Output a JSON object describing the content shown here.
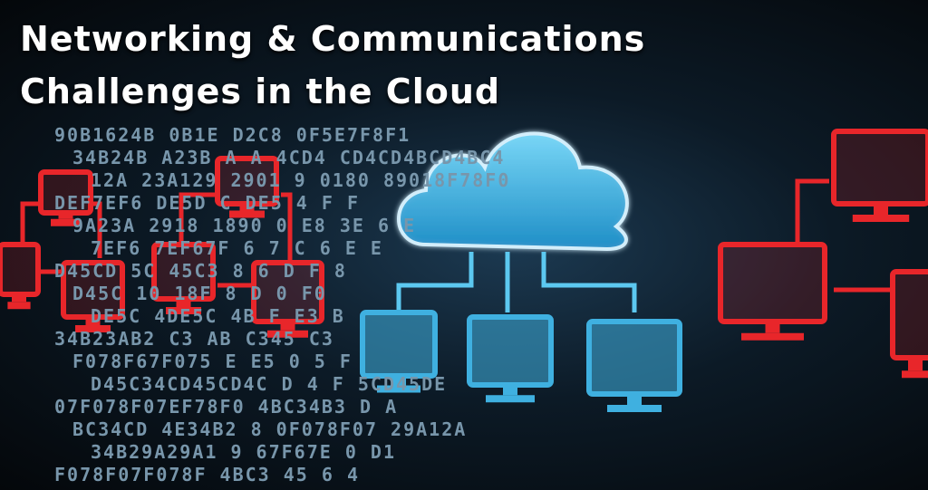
{
  "title": {
    "line1": "Networking & Communications",
    "line2": "Challenges in the Cloud"
  },
  "background_code": [
    "90B1624B 0B1E   D2C8   0F5E7F8F1",
    "34B24B  A23B  A  A   4CD4 CD4CD4BCD4BC4",
    "12A 23A129 2901 9 0180  89018F78F0",
    "DEF7EF6 DE5D   C  DE5  4  F  F",
    "9A23A 2918 1890 0  E8 3E 6 E",
    "7EF6  7EF67F 6 7  C  6 E    E",
    "D45CD 5C 45C3 8 6    D   F 8",
    "D45C 10 18F 8   D  0  F0",
    "DE5C 4DE5C 4B  F  E3 B",
    "34B23AB2 C3 AB  C345   C3",
    "F078F67F075  E  E5  0  5  F",
    "D45C34CD45CD4C  D  4  F  5CD45DE",
    "07F078F07EF78F0 4BC34B3 D A",
    "BC34CD  4E34B2 8 0F078F07 29A12A",
    "34B29A29A1 9 67F67E 0  D1",
    "F078F07F078F 4BC3 45 6 4"
  ],
  "colors": {
    "cloud": "#38b8e6",
    "local_monitors": "#3fb0e0",
    "remote_monitors": "#e8262a",
    "title": "#ffffff"
  },
  "icons": [
    "cloud-icon",
    "monitor-icon",
    "network-link-icon"
  ]
}
